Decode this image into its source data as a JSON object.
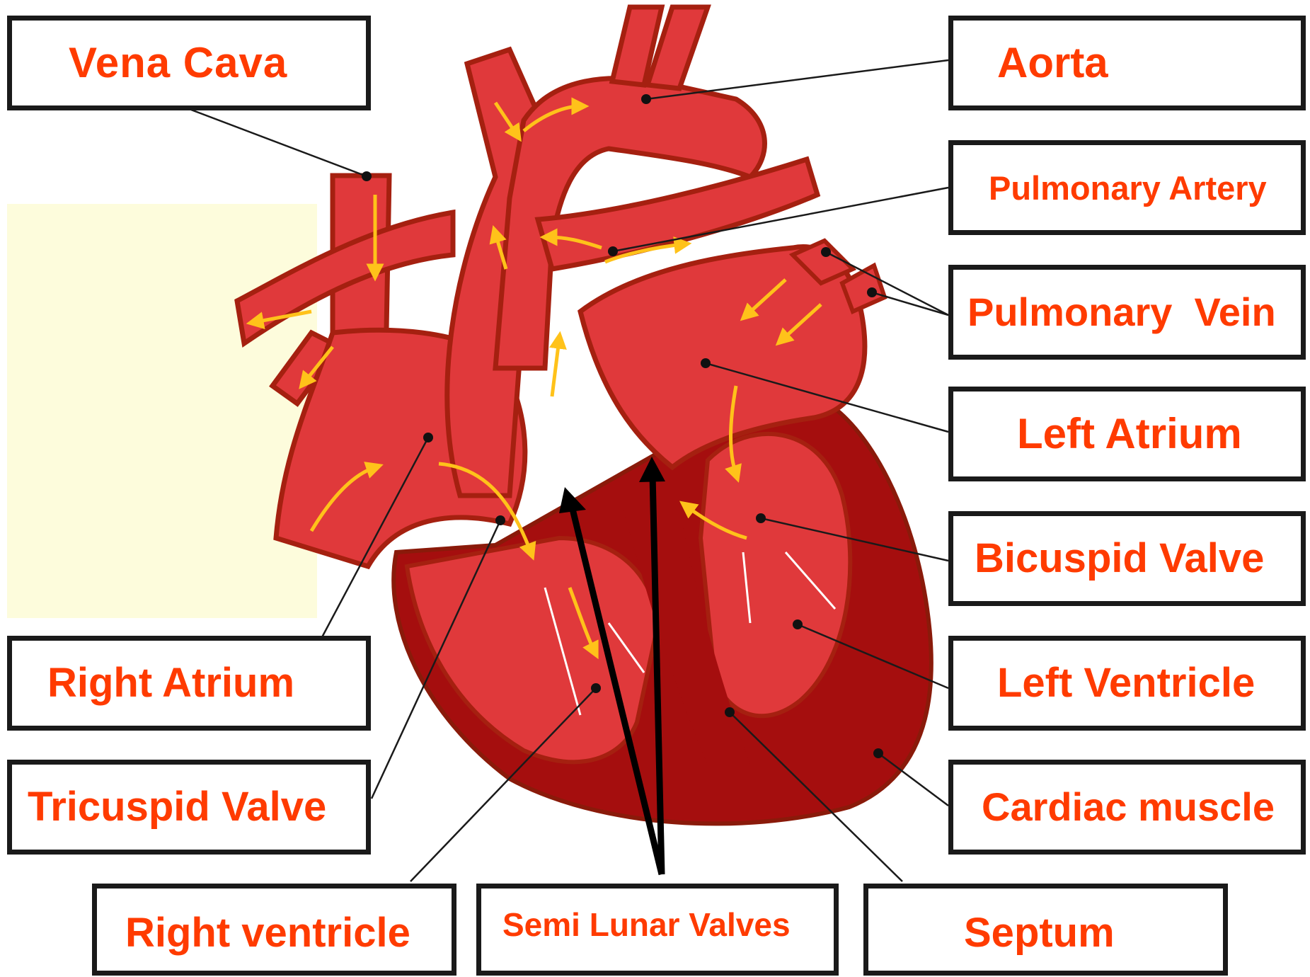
{
  "colors": {
    "label_text": "#ff3b00",
    "heart_main": "#e0393b",
    "heart_outline": "#a52010",
    "heart_dark": "#a50e0e",
    "flow_arrow": "#ffc21a",
    "leader_line": "#1a1a1a",
    "panel_bg": "#fdfcdc"
  },
  "labels": {
    "vena_cava": "Vena Cava",
    "aorta": "Aorta",
    "pulmonary_artery": "Pulmonary Artery",
    "pulmonary_vein": "Pulmonary  Vein",
    "left_atrium": "Left Atrium",
    "bicuspid_valve": "Bicuspid Valve",
    "left_ventricle": "Left Ventricle",
    "cardiac_muscle": "Cardiac muscle",
    "right_atrium": "Right Atrium",
    "tricuspid_valve": "Tricuspid Valve",
    "right_ventricle": "Right ventricle",
    "semi_lunar_valves": "Semi Lunar Valves",
    "septum": "Septum"
  }
}
